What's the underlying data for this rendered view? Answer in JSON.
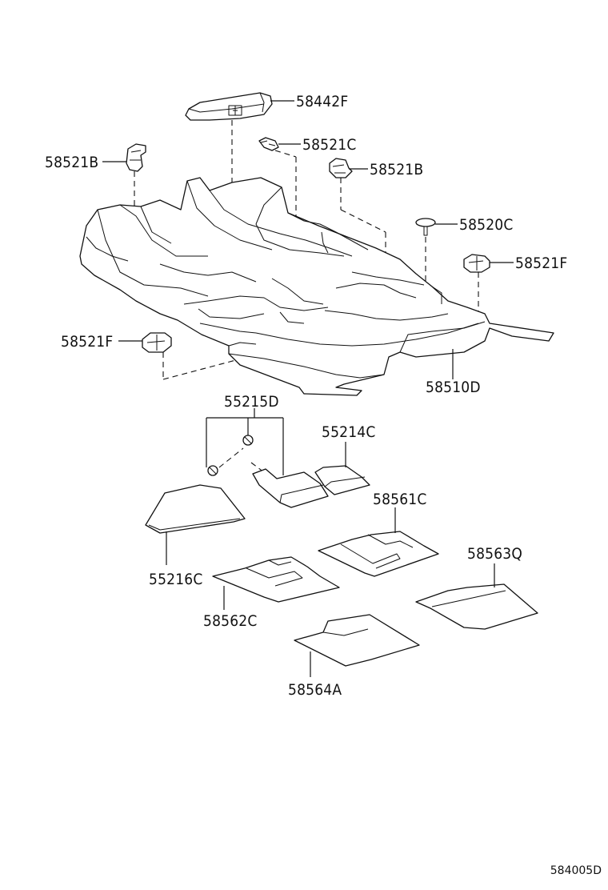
{
  "diagram_code": "584005D",
  "parts": [
    {
      "id": "p58442F",
      "number": "58442F"
    },
    {
      "id": "p58521C",
      "number": "58521C"
    },
    {
      "id": "p58521B_l",
      "number": "58521B"
    },
    {
      "id": "p58521B_r",
      "number": "58521B"
    },
    {
      "id": "p58520C",
      "number": "58520C"
    },
    {
      "id": "p58521F_r",
      "number": "58521F"
    },
    {
      "id": "p58521F_l",
      "number": "58521F"
    },
    {
      "id": "p58510D",
      "number": "58510D"
    },
    {
      "id": "p55215D",
      "number": "55215D"
    },
    {
      "id": "p55214C",
      "number": "55214C"
    },
    {
      "id": "p58561C",
      "number": "58561C"
    },
    {
      "id": "p58563Q",
      "number": "58563Q"
    },
    {
      "id": "p55216C",
      "number": "55216C"
    },
    {
      "id": "p58562C",
      "number": "58562C"
    },
    {
      "id": "p58564A",
      "number": "58564A"
    }
  ]
}
